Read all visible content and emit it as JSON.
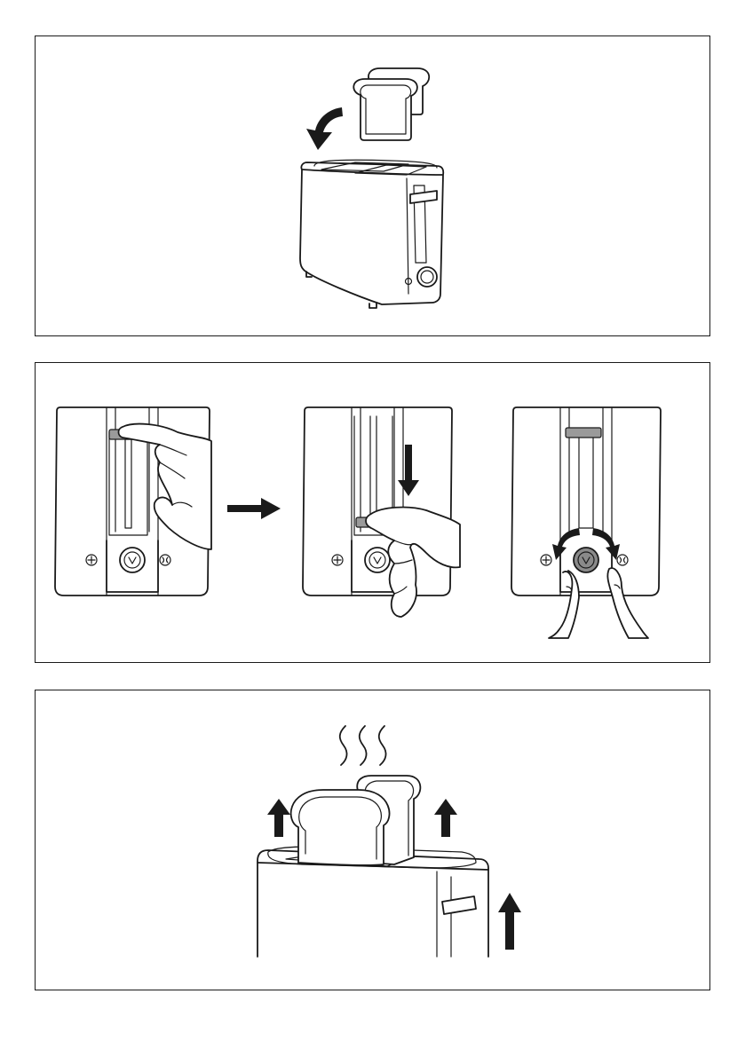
{
  "figures": [
    {
      "id": "insert-bread",
      "steps": [
        "bread-slices",
        "insert-arrow",
        "toaster"
      ]
    },
    {
      "id": "operate",
      "steps": [
        "lift-lever",
        "push-lever-down",
        "turn-browning-dial"
      ]
    },
    {
      "id": "pop-up",
      "steps": [
        "steam",
        "toast-slices",
        "up-arrows",
        "lever-up"
      ]
    }
  ],
  "icons": [
    "defrost-icon",
    "reheat-icon",
    "browning-dial-icon"
  ],
  "colors": {
    "line": "#1a1a1a",
    "lever_fill": "#9a9a9a",
    "dial_fill": "#8a8a8a",
    "background": "#ffffff"
  }
}
